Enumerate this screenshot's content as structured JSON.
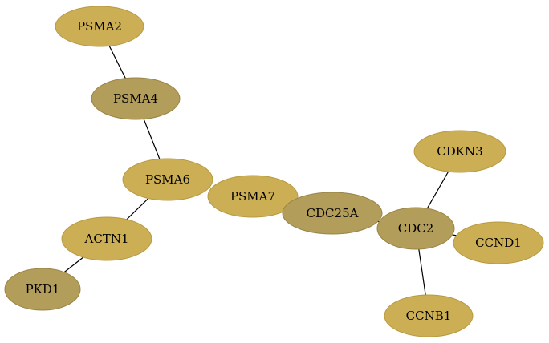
{
  "graph": {
    "colors": {
      "light": "#ccaf55",
      "dark": "#b29d5a",
      "border_light": "#b89a40",
      "border_dark": "#9a8448"
    },
    "nodes": [
      {
        "id": "PSMA2",
        "label": "PSMA2",
        "shade": "light"
      },
      {
        "id": "PSMA4",
        "label": "PSMA4",
        "shade": "dark"
      },
      {
        "id": "PSMA6",
        "label": "PSMA6",
        "shade": "light"
      },
      {
        "id": "PSMA7",
        "label": "PSMA7",
        "shade": "light"
      },
      {
        "id": "CDC25A",
        "label": "CDC25A",
        "shade": "dark"
      },
      {
        "id": "CDC2",
        "label": "CDC2",
        "shade": "dark"
      },
      {
        "id": "CDKN3",
        "label": "CDKN3",
        "shade": "light"
      },
      {
        "id": "CCND1",
        "label": "CCND1",
        "shade": "light"
      },
      {
        "id": "CCNB1",
        "label": "CCNB1",
        "shade": "light"
      },
      {
        "id": "ACTN1",
        "label": "ACTN1",
        "shade": "light"
      },
      {
        "id": "PKD1",
        "label": "PKD1",
        "shade": "dark"
      }
    ],
    "edges": [
      {
        "source": "PSMA2",
        "target": "PSMA4"
      },
      {
        "source": "PSMA4",
        "target": "PSMA6"
      },
      {
        "source": "PSMA6",
        "target": "PSMA7"
      },
      {
        "source": "PSMA6",
        "target": "ACTN1"
      },
      {
        "source": "ACTN1",
        "target": "PKD1"
      },
      {
        "source": "PSMA7",
        "target": "CDC25A"
      },
      {
        "source": "CDC25A",
        "target": "CDC2"
      },
      {
        "source": "CDC2",
        "target": "CDKN3"
      },
      {
        "source": "CDC2",
        "target": "CCND1"
      },
      {
        "source": "CDC2",
        "target": "CCNB1"
      }
    ]
  }
}
